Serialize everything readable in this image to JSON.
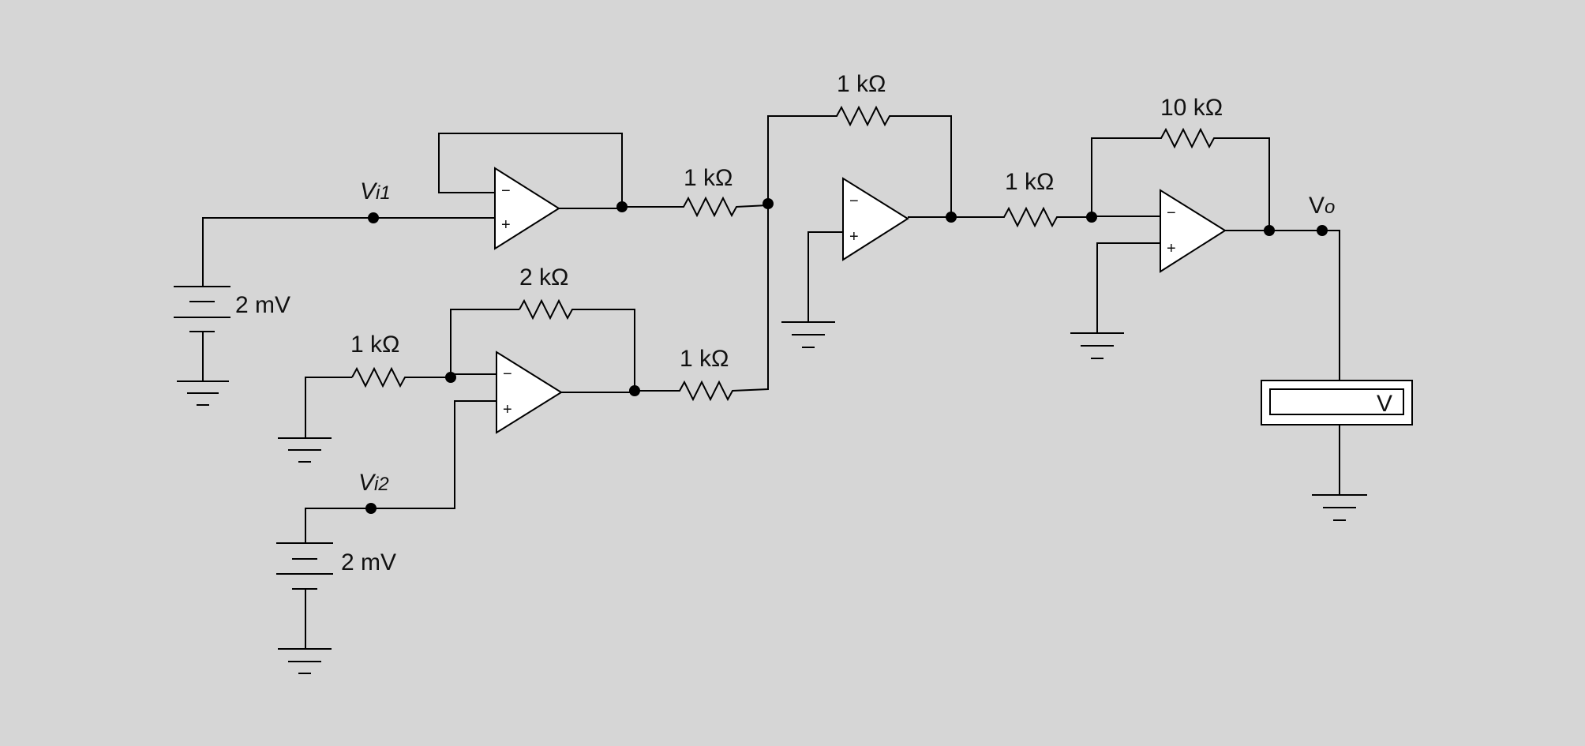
{
  "labels": {
    "r_follower_out": "1 kΩ",
    "r_stage2_feedback": "2 kΩ",
    "r_stage2_input": "1 kΩ",
    "r_stage2_out": "1 kΩ",
    "r_summer_feedback": "1 kΩ",
    "r_stage4_input": "1 kΩ",
    "r_stage4_feedback": "10 kΩ",
    "source1_value": "2 mV",
    "source2_value": "2 mV",
    "vi1_main": "V",
    "vi1_sub": "i1",
    "vi2_main": "V",
    "vi2_sub": "i2",
    "vo_main": "V",
    "vo_sub": "o",
    "meter_unit": "V"
  },
  "opamp_signs": {
    "minus": "−",
    "plus": "+"
  }
}
